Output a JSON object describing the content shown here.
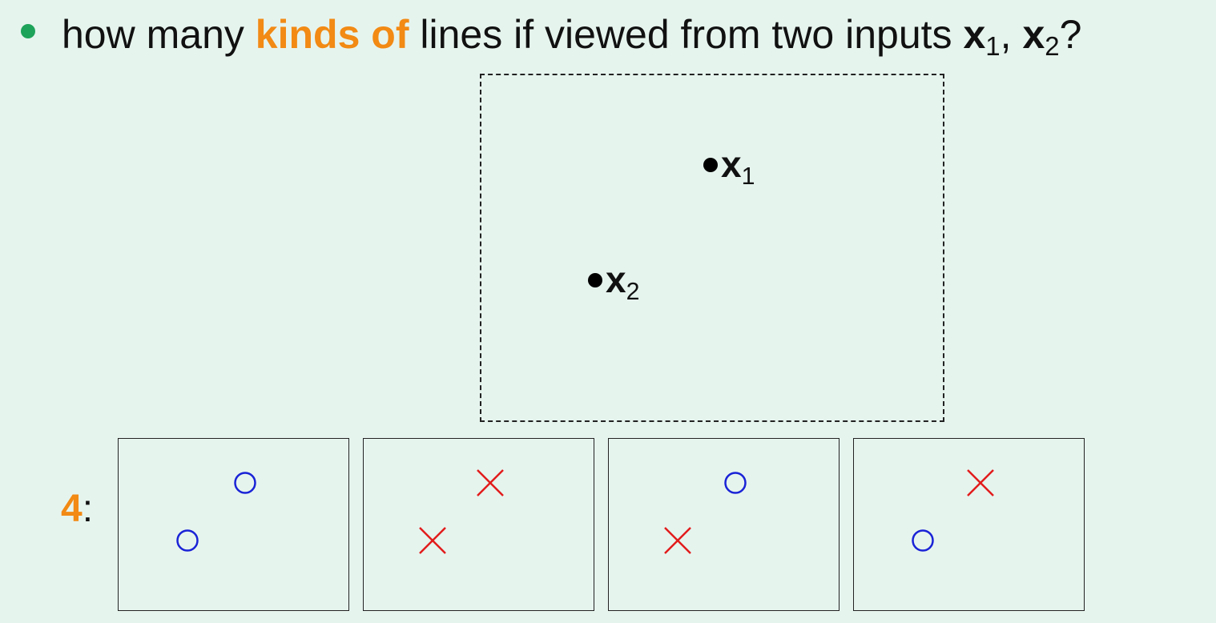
{
  "question": {
    "text_before": "how many",
    "highlight": "kinds of",
    "text_after": "lines if viewed from two inputs",
    "var1": "x",
    "sub1": "1",
    "comma": ",",
    "var2": "x",
    "sub2": "2",
    "end": "?"
  },
  "points": [
    {
      "label": "x",
      "sub": "1"
    },
    {
      "label": "x",
      "sub": "2"
    }
  ],
  "answer": {
    "count": "4",
    "suffix": ":"
  },
  "dichotomies": [
    [
      "o",
      "o"
    ],
    [
      "x",
      "x"
    ],
    [
      "o",
      "x"
    ],
    [
      "x",
      "o"
    ]
  ],
  "colors": {
    "background": "#e6f4ee",
    "highlight": "#f28a14",
    "bullet": "#1ea35a",
    "circle": "#1a23d6",
    "cross": "#e21b1b"
  }
}
